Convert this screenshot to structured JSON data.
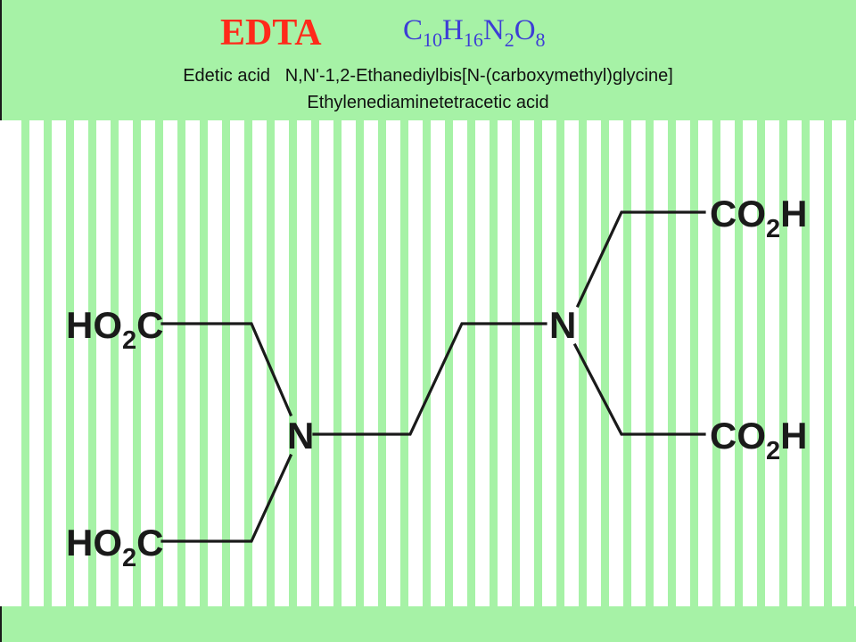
{
  "slide": {
    "title": "EDTA",
    "formula": [
      {
        "text": "C",
        "sub": "10"
      },
      {
        "text": "H",
        "sub": "16"
      },
      {
        "text": "N",
        "sub": "2"
      },
      {
        "text": "O",
        "sub": "8"
      }
    ],
    "name_line_1": "Edetic acid   N,N'-1,2-Ethanediylbis[N-(carboxymethyl)glycine]",
    "name_line_2": "Ethylenediaminetetracetic acid"
  },
  "structure": {
    "groups": {
      "left_top": {
        "main": "HO",
        "sub": "2",
        "tail": "C"
      },
      "left_bottom": {
        "main": "HO",
        "sub": "2",
        "tail": "C"
      },
      "right_top": {
        "main": "CO",
        "sub": "2",
        "tail": "H"
      },
      "right_bottom": {
        "main": "CO",
        "sub": "2",
        "tail": "H"
      }
    },
    "nitrogen_left": "N",
    "nitrogen_right": "N"
  },
  "colors": {
    "background": "#a6f2a6",
    "panel": "#ffffff",
    "stripes": "#a6f2a6",
    "title": "#ff2a1a",
    "formula": "#3d3dd6",
    "bond": "#1a1a1a"
  }
}
